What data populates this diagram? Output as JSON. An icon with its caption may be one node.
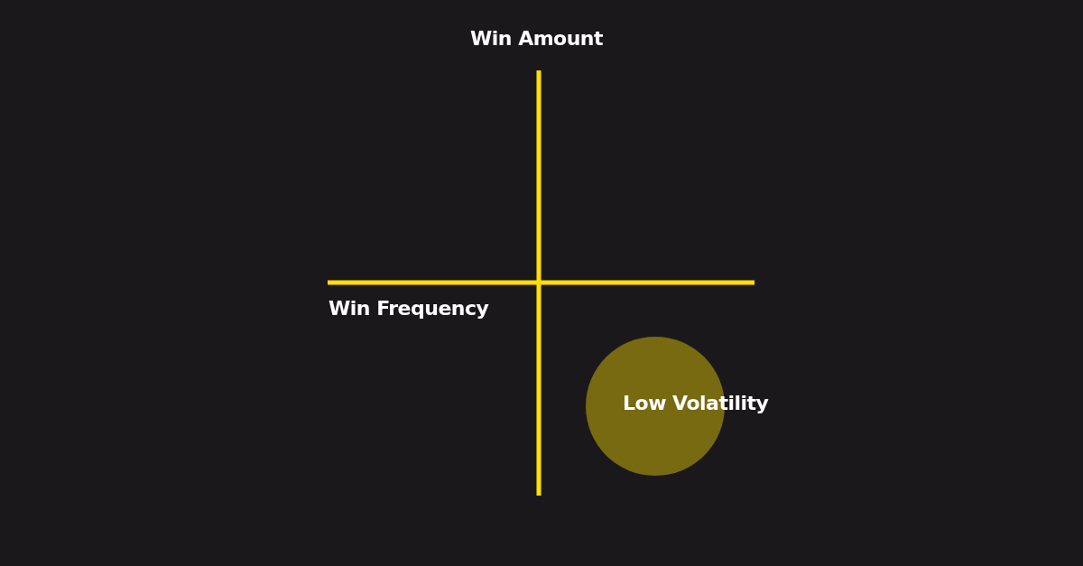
{
  "diagram": {
    "nodes": [
      {
        "text": [
          "Low Volatility"
        ]
      }
    ],
    "labels": [
      "Win Amount",
      "Win Frequency"
    ]
  }
}
